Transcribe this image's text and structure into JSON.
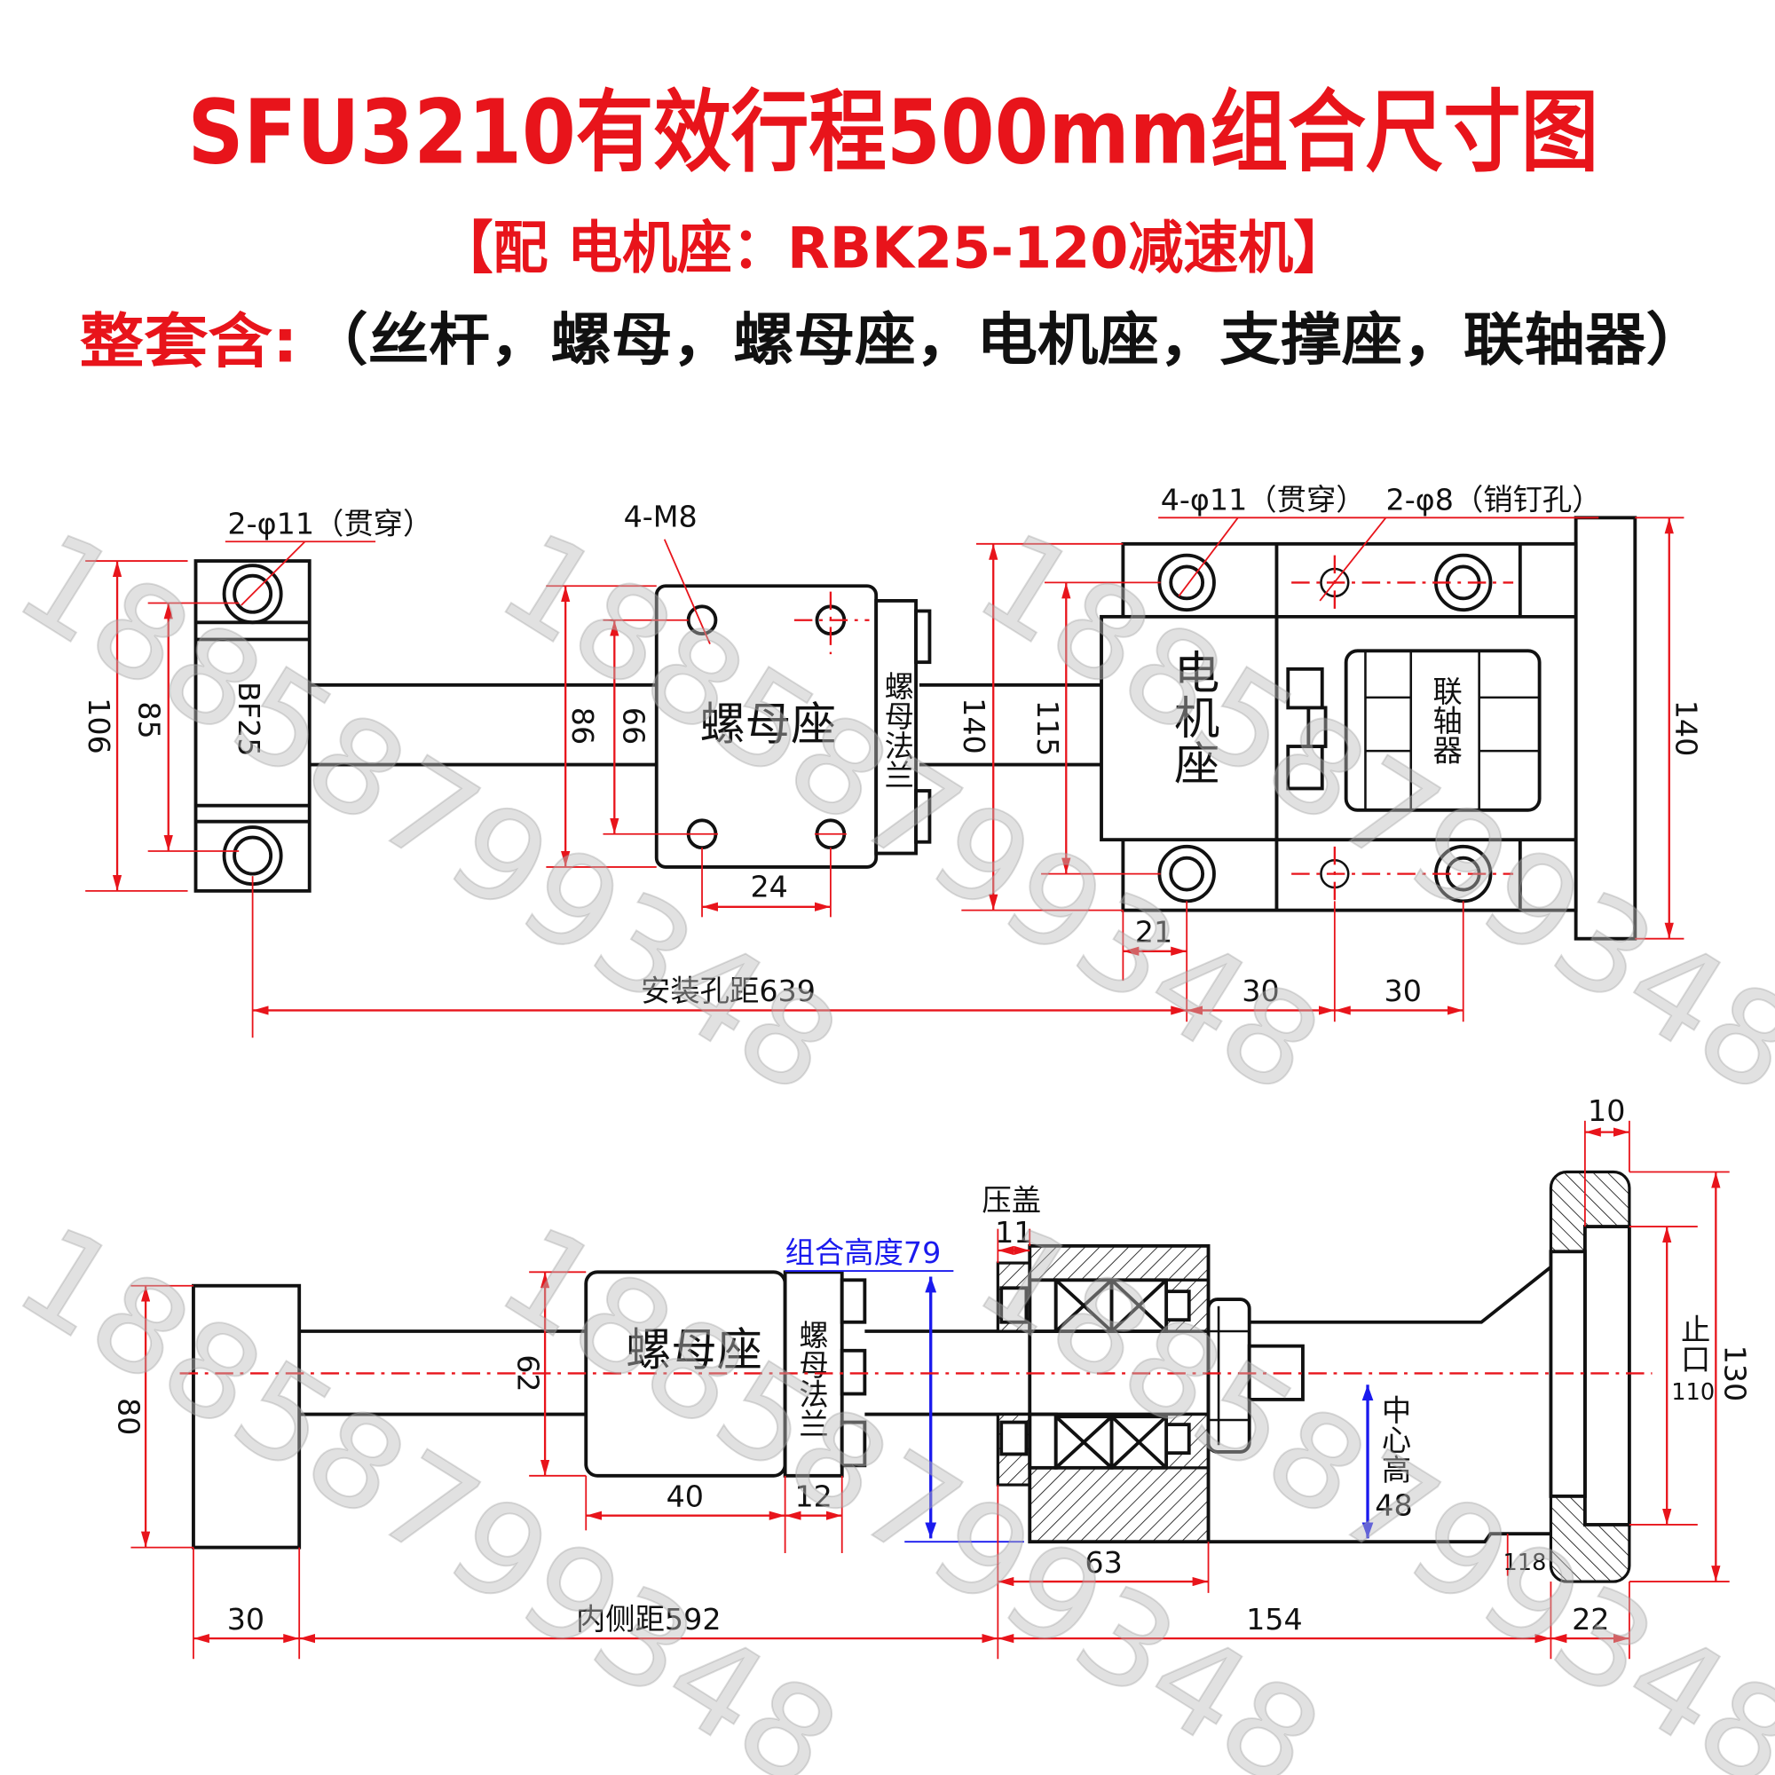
{
  "title": "SFU3210有效行程500mm组合尺寸图",
  "subtitle": "【配 电机座：RBK25-120减速机】",
  "contents": {
    "label": "整套含:",
    "items": "（丝杆，螺母，螺母座，电机座，支撑座，联轴器）"
  },
  "watermark": "18858799348",
  "colors": {
    "title": "#e8141b",
    "dimension": "#e8141b",
    "outline": "#111111",
    "highlight": "#1a1aee",
    "watermark": "#bdbdbd"
  },
  "top_view": {
    "support_holes": "2-φ11（贯穿）",
    "support_label": "BF25",
    "support_height": "106",
    "support_hole_pitch": "85",
    "nut_seat_threads": "4-M8",
    "nut_seat_height": "86",
    "nut_seat_hole_pitch_v": "66",
    "nut_seat_label": "螺母座",
    "nut_flange_label": "螺母法兰",
    "nut_seat_hole_pitch_h": "24",
    "motor_seat_height": "140",
    "motor_seat_hole_pitch": "115",
    "motor_seat_holes": "4-φ11（贯穿）",
    "motor_seat_pins": "2-φ8（销钉孔）",
    "motor_seat_label": "电机座",
    "coupling_label": "联轴器",
    "flange_height": "140",
    "motor_seat_offset": "21",
    "mounting_distance": "安装孔距639",
    "hole_spacing_1": "30",
    "hole_spacing_2": "30"
  },
  "side_view": {
    "cover_label": "压盖",
    "cover_thickness": "11",
    "assembly_height": "组合高度79",
    "support_height": "80",
    "nut_seat_label": "螺母座",
    "nut_flange_label": "螺母法兰",
    "nut_seat_height": "62",
    "nut_seat_length": "40",
    "nut_flange_width": "12",
    "center_height_label": "中心高",
    "center_height_value": "48",
    "spigot_label": "止口",
    "spigot_diameter": "110",
    "flange_height": "130",
    "flange_spigot_depth": "10",
    "housing_length": "63",
    "small_gap": "118",
    "support_width": "30",
    "inner_distance": "内侧距592",
    "motor_seat_length": "154",
    "flange_thickness": "22"
  }
}
